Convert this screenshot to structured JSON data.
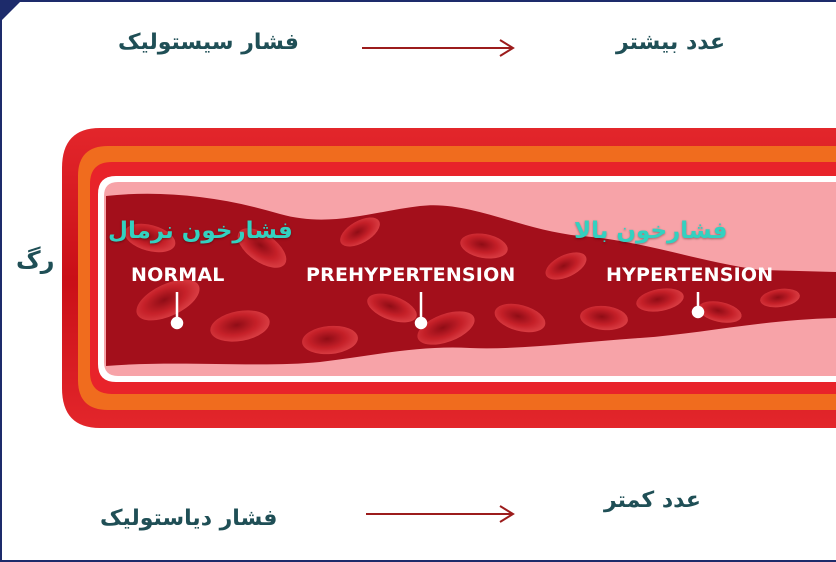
{
  "top_row": {
    "left_text": "فشار سیستولیک",
    "right_text": "عدد بیشتر"
  },
  "bottom_row": {
    "left_text": "فشار دیاستولیک",
    "right_text": "عدد کمتر"
  },
  "vessel_label": "رگ",
  "callouts": {
    "normal_fa": "فشارخون نرمال",
    "high_fa": "فشارخون بالا"
  },
  "stages": [
    {
      "label": "NORMAL"
    },
    {
      "label": "PREHYPERTENSION"
    },
    {
      "label": "HYPERTENSION"
    }
  ],
  "colors": {
    "vessel_outer": "#d8141b",
    "vessel_orange": "#f06c1e",
    "vessel_pink": "#f7a3a8",
    "blood": "#a30f1b",
    "cells": "#c41a22",
    "arrow": "#9c1c1c",
    "text_dark": "#1f4f56",
    "text_teal": "#33d1c0"
  }
}
